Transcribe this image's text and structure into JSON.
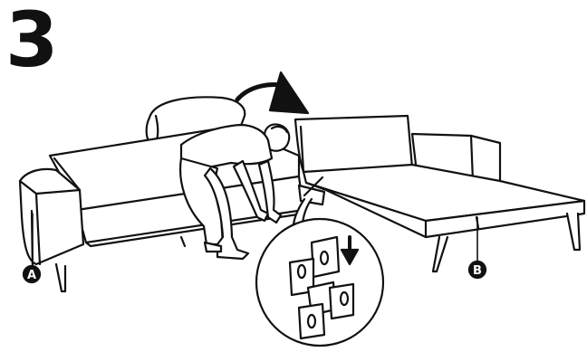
{
  "step": {
    "number": "3"
  },
  "callouts": {
    "left_sofa": "A",
    "right_sofa": "B"
  },
  "colors": {
    "ink": "#111111",
    "paper": "#ffffff"
  },
  "icons": [
    "curved-arrow-icon",
    "down-arrow-icon",
    "bracket-connector-icon",
    "person-icon",
    "sofa-icon",
    "chaise-icon"
  ]
}
